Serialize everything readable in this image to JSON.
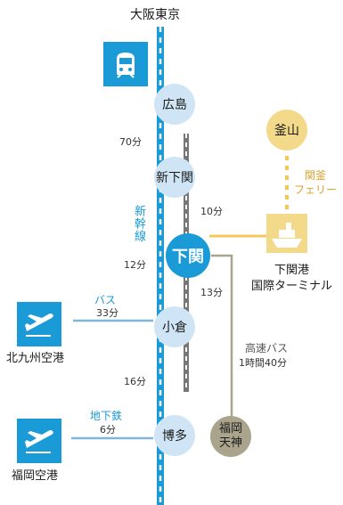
{
  "top_label": "大阪東京",
  "train_icon": "train-icon",
  "airplane_icon": "airplane-icon",
  "ship_icon": "ship-icon",
  "stations": {
    "hiroshima": "広島",
    "shin_shimonoseki": "新下関",
    "shimonoseki": "下関",
    "kokura": "小倉",
    "hakata": "博多"
  },
  "shinkansen_label": "新幹線",
  "times": {
    "hiroshima_shin": "70分",
    "shin_shimonoseki": "10分",
    "shimonoseki_shin": "12分",
    "shimonoseki_kokura": "13分",
    "kokura_hakata": "16分"
  },
  "busan": "釜山",
  "ferry_label": "関釜\nフェリー",
  "terminal_label": "下関港\n国際ターミナル",
  "bus": {
    "label": "バス",
    "time": "33分"
  },
  "express_bus": {
    "label": "高速バス",
    "time": "1時間40分"
  },
  "fukuoka_tenjin": "福岡\n天神",
  "kitakyushu_airport": "北九州空港",
  "subway": {
    "label": "地下鉄",
    "time": "6分"
  },
  "fukuoka_airport": "福岡空港",
  "colors": {
    "blue": "#1a9ad6",
    "light_blue": "#cfe5f6",
    "gold": "#f3d98a",
    "khaki": "#a9a48b"
  }
}
